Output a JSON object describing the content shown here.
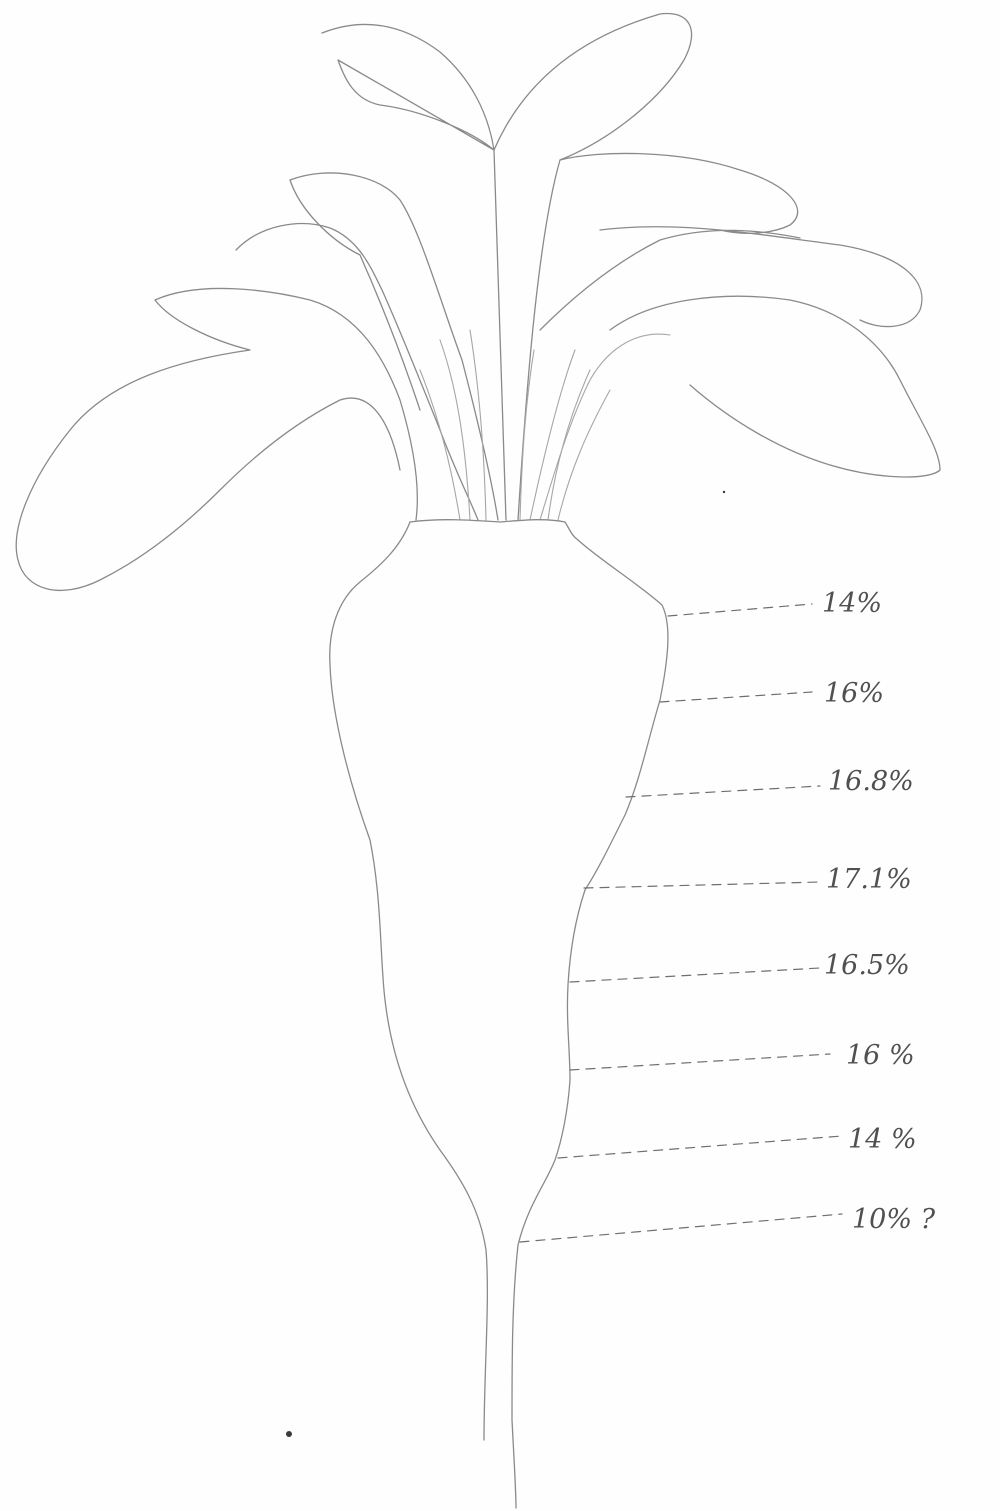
{
  "labels": [
    {
      "text": "14%"
    },
    {
      "text": "16%"
    },
    {
      "text": "16.8%"
    },
    {
      "text": "17.1%"
    },
    {
      "text": "16.5%"
    },
    {
      "text": "16 %"
    },
    {
      "text": "14 %"
    },
    {
      "text": "10% ?"
    }
  ]
}
